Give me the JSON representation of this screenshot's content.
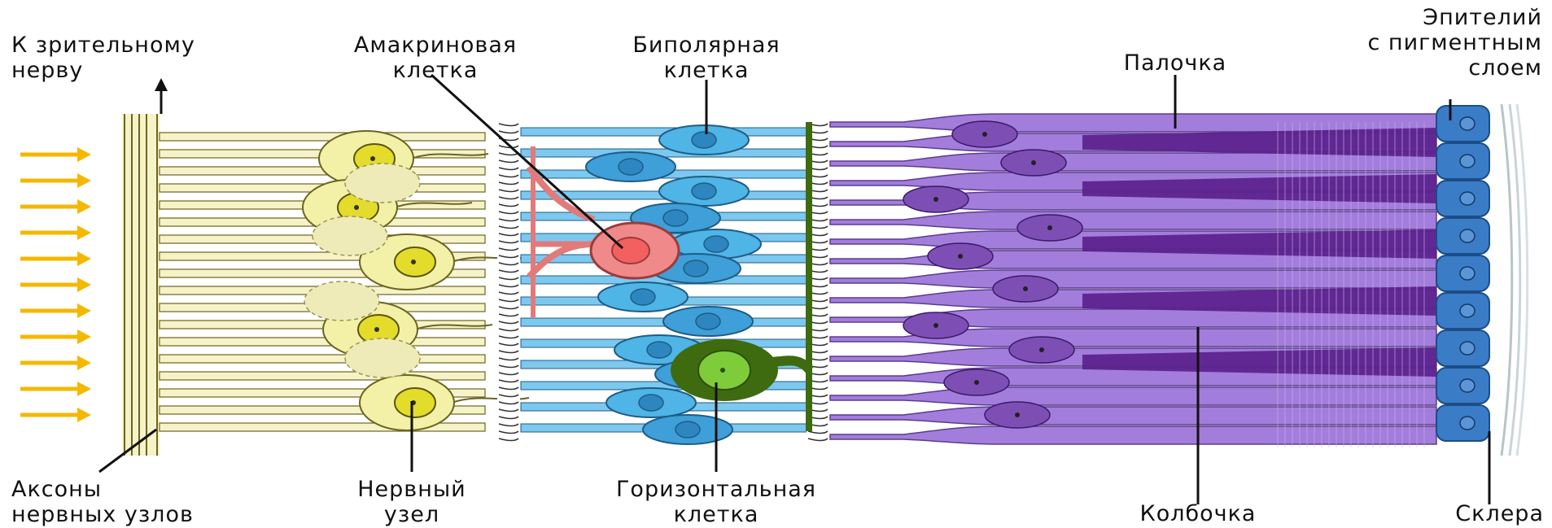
{
  "labels": {
    "optic_nerve": [
      "К зрительному",
      "нерву"
    ],
    "amacrine": [
      "Амакриновая",
      "клетка"
    ],
    "bipolar": [
      "Биполярная",
      "клетка"
    ],
    "epithelium": [
      "Эпителий",
      "с пигментным",
      "слоем"
    ],
    "rod": [
      "Палочка"
    ],
    "axons": [
      "Аксоны",
      "нервных узлов"
    ],
    "ganglion": [
      "Нервный",
      "узел"
    ],
    "horizontal": [
      "Горизонтальная",
      "клетка"
    ],
    "cone": [
      "Колбочка"
    ],
    "sclera": [
      "Склера"
    ]
  },
  "colors": {
    "light_arrow": "#f5b800",
    "ganglion_cell": "#f3f0a8",
    "ganglion_nucleus": "#e4dc2a",
    "amacrine_cell": "#f08a8a",
    "bipolar_cell": "#4fb4e6",
    "horizontal_cell": "#3e6b10",
    "horizontal_nucleus": "#7fcc3a",
    "rod": "#a37ddc",
    "cone": "#5a1f8c",
    "epithelium": "#3a7cc6",
    "sclera": "#c9d3d8"
  }
}
